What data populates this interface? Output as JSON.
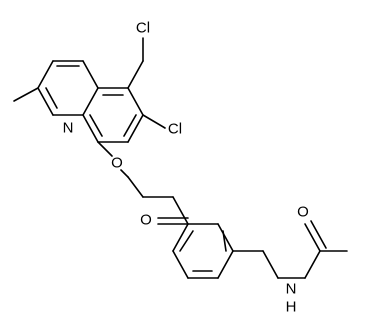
{
  "molecule": {
    "atoms": {
      "cl_top": "Cl",
      "cl_right": "Cl",
      "n_ring": "N",
      "o_ether": "O",
      "o_ketone": "O",
      "n_amide": "N",
      "h_amide": "H",
      "o_amide": "O"
    }
  }
}
